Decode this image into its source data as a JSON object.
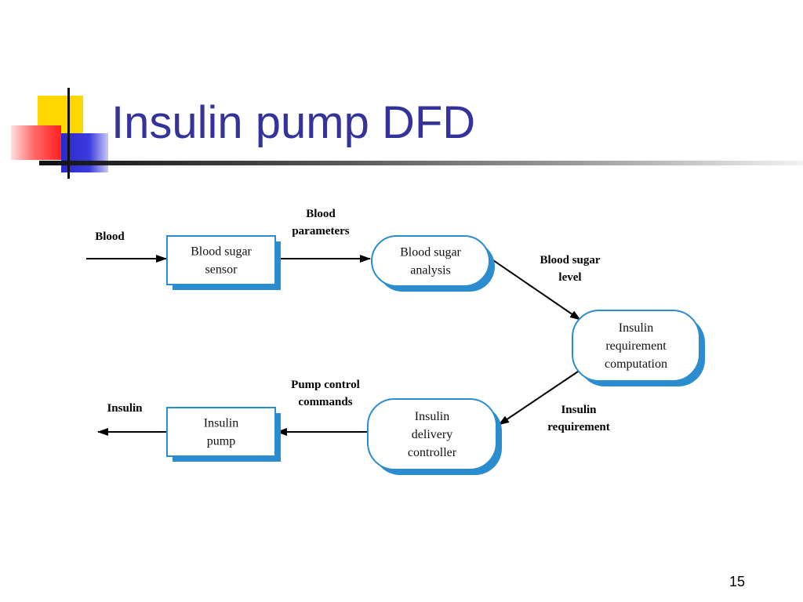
{
  "slide": {
    "title": "Insulin pump DFD",
    "page_number": "15"
  },
  "diagram": {
    "processes": [
      {
        "id": "blood-sugar-sensor",
        "shape": "rectangle",
        "lines": [
          "Blood sugar",
          "sensor"
        ]
      },
      {
        "id": "blood-sugar-analysis",
        "shape": "rounded",
        "lines": [
          "Blood sugar",
          "analysis"
        ]
      },
      {
        "id": "insulin-requirement-computation",
        "shape": "rounded",
        "lines": [
          "Insulin",
          "requirement",
          "computation"
        ]
      },
      {
        "id": "insulin-delivery-controller",
        "shape": "rounded",
        "lines": [
          "Insulin",
          "delivery",
          "controller"
        ]
      },
      {
        "id": "insulin-pump",
        "shape": "rectangle",
        "lines": [
          "Insulin",
          "pump"
        ]
      }
    ],
    "flows": [
      {
        "id": "blood",
        "lines": [
          "Blood"
        ]
      },
      {
        "id": "blood-parameters",
        "lines": [
          "Blood",
          "parameters"
        ]
      },
      {
        "id": "blood-sugar-level",
        "lines": [
          "Blood sugar",
          "level"
        ]
      },
      {
        "id": "insulin-requirement",
        "lines": [
          "Insulin",
          "requirement"
        ]
      },
      {
        "id": "pump-control-commands",
        "lines": [
          "Pump control",
          "commands"
        ]
      },
      {
        "id": "insulin-out",
        "lines": [
          "Insulin"
        ]
      }
    ],
    "colors": {
      "box_fill": "#ffffff",
      "box_border": "#2b8ccf",
      "box_shadow": "#2b8ccf",
      "arrow": "#000000",
      "title": "#333399"
    }
  }
}
